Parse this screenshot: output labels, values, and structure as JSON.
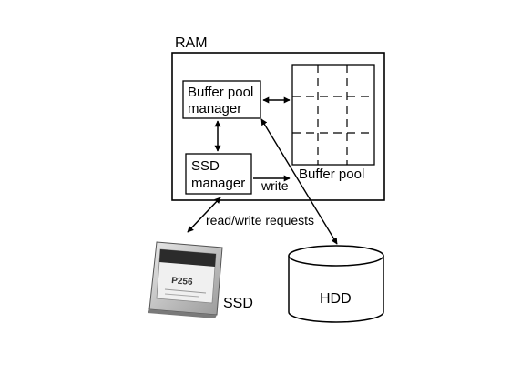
{
  "diagram": {
    "ram_label": "RAM",
    "buffer_pool_manager_line1": "Buffer pool",
    "buffer_pool_manager_line2": "manager",
    "ssd_manager_line1": "SSD",
    "ssd_manager_line2": "manager",
    "buffer_pool_label": "Buffer pool",
    "write_label": "write",
    "requests_label": "read/write requests",
    "ssd_label": "SSD",
    "hdd_label": "HDD",
    "ssd_drive_brand": "P256"
  },
  "colors": {
    "stroke": "#000000",
    "background": "#ffffff",
    "ssd_body": "#c8c8c8",
    "ssd_label": "#e6e6e6",
    "ssd_band": "#2b2b2b"
  }
}
